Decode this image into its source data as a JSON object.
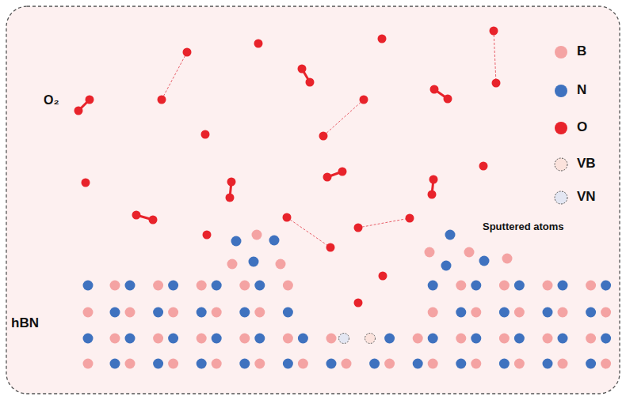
{
  "diagram": {
    "labels": [
      "O₂",
      "hBN",
      "Sputtered atoms"
    ],
    "legend": [
      {
        "text": "B",
        "color": "#f4a3a3"
      },
      {
        "text": "N",
        "color": "#3f72bf"
      },
      {
        "text": "O",
        "color": "#e8232b"
      },
      {
        "text": "VB"
      },
      {
        "text": "VN"
      }
    ]
  }
}
